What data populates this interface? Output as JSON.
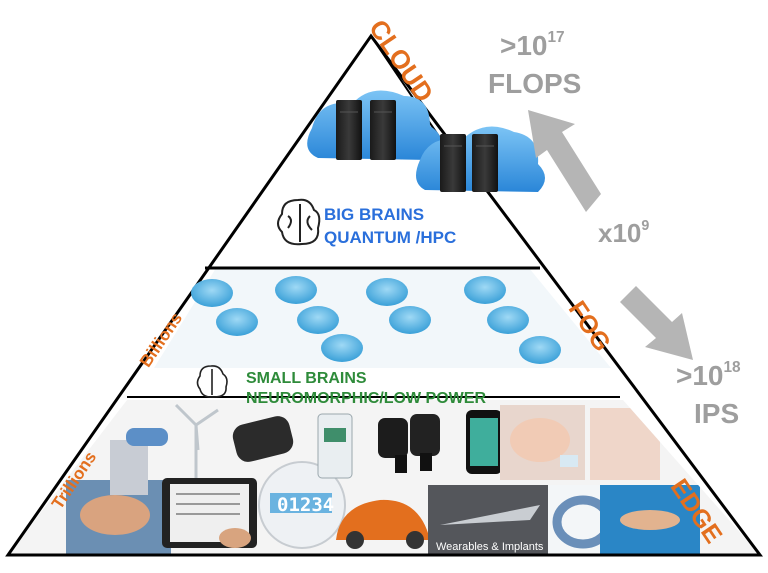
{
  "tiers": {
    "cloud": "CLOUD",
    "fog": "FOG",
    "edge": "EDGE"
  },
  "scale": {
    "billions": "Billions",
    "trillions": "Trillions"
  },
  "brains": {
    "big_line1": "BIG BRAINS",
    "big_line2": "QUANTUM /HPC",
    "small_line1": "SMALL BRAINS",
    "small_line2": "NEUROMORPHIC/LOW POWER"
  },
  "metrics": {
    "flops_base": ">10",
    "flops_exp": "17",
    "flops_unit": "FLOPS",
    "factor_base": "x10",
    "factor_exp": "9",
    "ips_base": ">10",
    "ips_exp": "18",
    "ips_unit": "IPS"
  },
  "edge_overlay_text": "Wearables & Implants",
  "display_number": "01234",
  "colors": {
    "tier_label": "#e36f1e",
    "metric": "#9e9e9e",
    "big_brains": "#2a6fdb",
    "small_brains": "#2e8b3a",
    "cloud_blue": "#3d9be9",
    "triangle": "#000000"
  }
}
